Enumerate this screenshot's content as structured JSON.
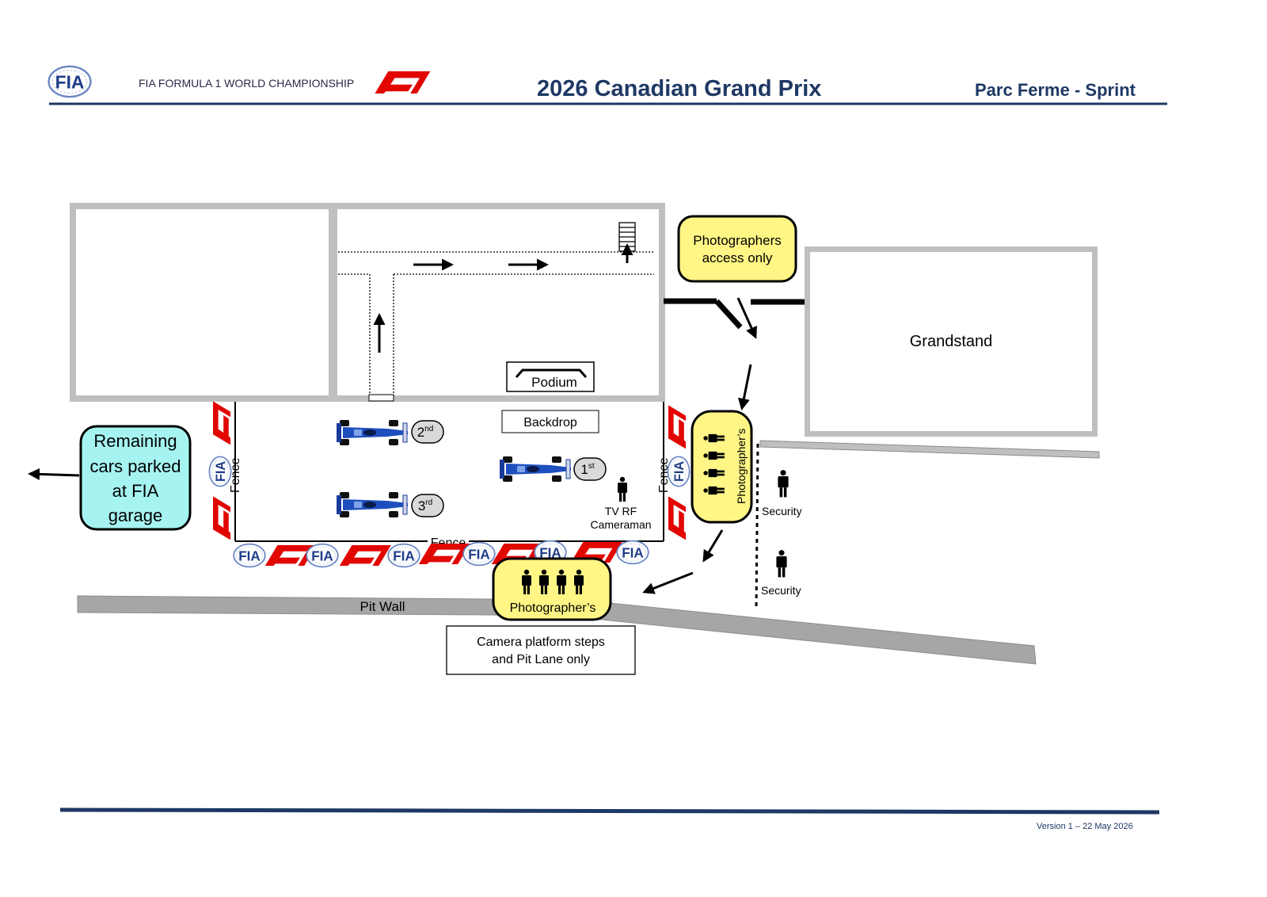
{
  "header": {
    "championship": "FIA FORMULA 1 WORLD CHAMPIONSHIP",
    "event_title": "2026 Canadian Grand Prix",
    "page_subtitle": "Parc Ferme - Sprint",
    "fia_logo_text": "FIA",
    "f1_logo_text": "F1"
  },
  "labels": {
    "podium": "Podium",
    "backdrop": "Backdrop",
    "grandstand": "Grandstand",
    "photographers_access_line1": "Photographers",
    "photographers_access_line2": "access only",
    "remaining_line1": "Remaining",
    "remaining_line2": "cars parked",
    "remaining_line3": "at FIA",
    "remaining_line4": "garage",
    "fence_left": "Fence",
    "fence_right": "Fence",
    "fence_bottom": "Fence",
    "pos_2": "2",
    "pos_2_sup": "nd",
    "pos_1": "1",
    "pos_1_sup": "st",
    "pos_3": "3",
    "pos_3_sup": "rd",
    "tv_line1": "TV RF",
    "tv_line2": "Cameraman",
    "security_1": "Security",
    "security_2": "Security",
    "photographers_right": "Photographer’s",
    "photographers_bottom": "Photographer’s",
    "pit_wall": "Pit Wall",
    "camera_line1": "Camera platform steps",
    "camera_line2": "and Pit Lane only"
  },
  "footer": {
    "version": "Version 1 – 22 May 2026"
  },
  "colors": {
    "navy": "#1f3864",
    "yellow": "#fff685",
    "cyan": "#a6f4f2",
    "f1_red": "#e10600",
    "fia_blue": "#1f3c88",
    "wall_gray": "#a6a6a6",
    "car_blue": "#1e4fbf"
  },
  "icons": [
    "fia-logo-icon",
    "f1-logo-icon",
    "person-icon",
    "stairs-icon",
    "arrow-icon",
    "race-car-icon"
  ]
}
